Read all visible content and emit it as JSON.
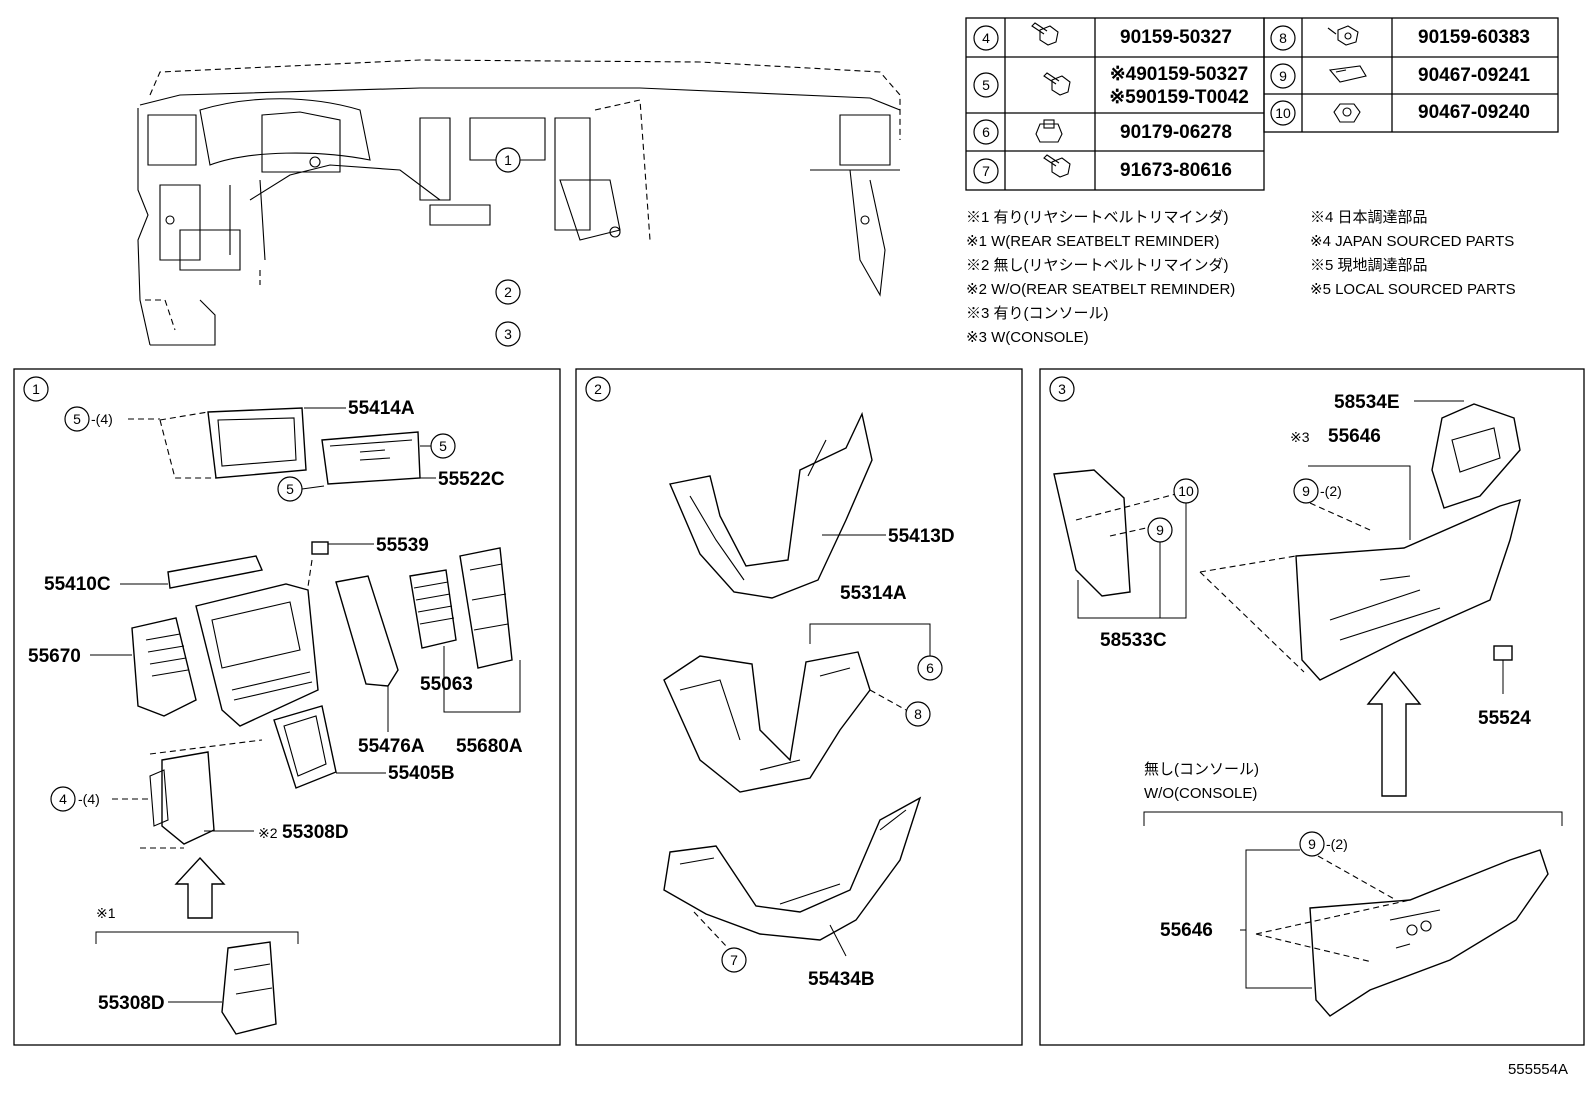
{
  "fastener_table": [
    {
      "ref": "4",
      "part": "90159-50327"
    },
    {
      "ref": "5",
      "part": "※490159-50327",
      "part2": "※590159-T0042"
    },
    {
      "ref": "6",
      "part": "90179-06278"
    },
    {
      "ref": "7",
      "part": "91673-80616"
    },
    {
      "ref": "8",
      "part": "90159-60383"
    },
    {
      "ref": "9",
      "part": "90467-09241"
    },
    {
      "ref": "10",
      "part": "90467-09240"
    }
  ],
  "notes_left": [
    "※1 有り(リヤシートベルトリマインダ)",
    "※1 W(REAR SEATBELT REMINDER)",
    "※2 無し(リヤシートベルトリマインダ)",
    "※2 W/O(REAR SEATBELT REMINDER)",
    "※3 有り(コンソール)",
    "※3 W(CONSOLE)"
  ],
  "notes_right": [
    "※4 日本調達部品",
    "※4 JAPAN SOURCED PARTS",
    "※5 現地調達部品",
    "※5 LOCAL SOURCED PARTS"
  ],
  "overview_refs": [
    "1",
    "2",
    "3"
  ],
  "panel1": {
    "index": "1",
    "labels": {
      "p55414A": "55414A",
      "p55522C": "55522C",
      "p55539": "55539",
      "p55410C": "55410C",
      "p55670": "55670",
      "p55063": "55063",
      "p55476A": "55476A",
      "p55680A": "55680A",
      "p55405B": "55405B",
      "p55308D_upper": "55308D",
      "p55308D_lower": "55308D",
      "note2": "※2",
      "note1": "※1"
    },
    "refs": {
      "r5a": "5",
      "r4a_paren": "-(4)",
      "r5b": "5",
      "r5c": "5",
      "r4b": "4",
      "r4b_paren": "-(4)"
    }
  },
  "panel2": {
    "index": "2",
    "labels": {
      "p55413D": "55413D",
      "p55314A": "55314A",
      "p55434B": "55434B"
    },
    "refs": {
      "r6": "6",
      "r8": "8",
      "r7": "7"
    }
  },
  "panel3": {
    "index": "3",
    "labels": {
      "p58534E": "58534E",
      "p55646_upper": "55646",
      "note3": "※3",
      "p58533C": "58533C",
      "p55524": "55524",
      "p55646_lower": "55646",
      "wo_console_jp": "無し(コンソール)",
      "wo_console_en": "W/O(CONSOLE)"
    },
    "refs": {
      "r10": "10",
      "r9a": "9",
      "r9b": "9",
      "r9b_paren": "-(2)",
      "r9c": "9",
      "r9c_paren": "-(2)"
    }
  },
  "diagram_code": "555554A"
}
